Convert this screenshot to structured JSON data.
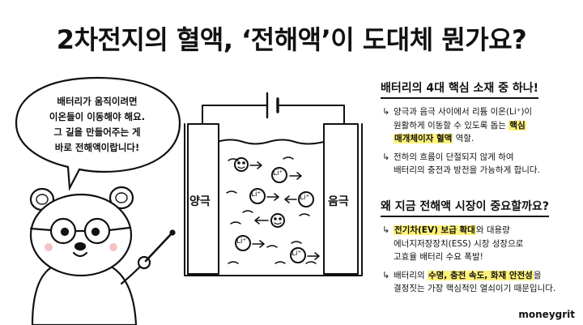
{
  "title": "2차전지의 혈액, ‘전해액’이 도대체 뭔가요?",
  "bubble": {
    "lines": [
      "배터리가 움직이려면",
      "이온들이 이동해야 해요.",
      "그 길을 만들어주는 게",
      "바로 전해액이랍니다!"
    ]
  },
  "diagram": {
    "anode_label": "양극",
    "cathode_label": "음극",
    "ion_label": "Li⁺"
  },
  "section1": {
    "heading": "배터리의 4대 핵심 소재 중 하나!",
    "item1": {
      "l1": "양극과 음극 사이에서 리튬 이온(Li⁺)이",
      "l2a": "원활하게 이동할 수 있도록 돕는 ",
      "l2b": "핵심",
      "l3a": "매개체이자 혈액",
      "l3b": " 역할."
    },
    "item2": {
      "l1": "전하의 흐름이 단절되지 않게 하여",
      "l2": "배터리의 충전과 방전을 가능하게 합니다."
    }
  },
  "section2": {
    "heading": "왜 지금 전해액 시장이 중요할까요?",
    "item1": {
      "l1a": "전기차(EV) 보급 확대",
      "l1b": "와 대용량",
      "l2": "에너지저장장치(ESS) 시장 성장으로",
      "l3": "고효율 배터리 수요 폭발!"
    },
    "item2": {
      "l1a": "배터리의 ",
      "l1b": "수명, 충전 속도, 화재 안전성",
      "l1c": "을",
      "l2": "결정짓는 가장 핵심적인 열쇠이기 때문입니다."
    }
  },
  "brand": "moneygrit"
}
